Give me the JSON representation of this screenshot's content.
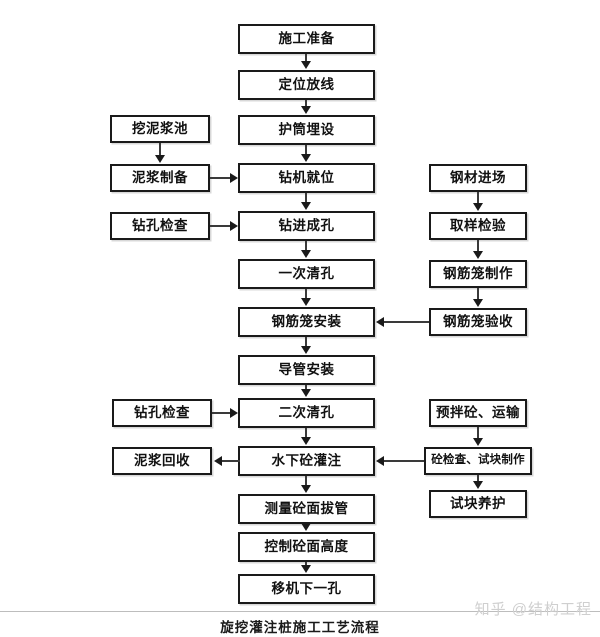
{
  "diagram": {
    "caption": "旋挖灌注桩施工工艺流程",
    "watermark": "知乎 @结构工程",
    "columns": {
      "center": {
        "name": "main-process",
        "nodes": [
          {
            "id": "c1",
            "label": "施工准备"
          },
          {
            "id": "c2",
            "label": "定位放线"
          },
          {
            "id": "c3",
            "label": "护筒埋设"
          },
          {
            "id": "c4",
            "label": "钻机就位"
          },
          {
            "id": "c5",
            "label": "钻进成孔"
          },
          {
            "id": "c6",
            "label": "一次清孔"
          },
          {
            "id": "c7",
            "label": "钢筋笼安装"
          },
          {
            "id": "c8",
            "label": "导管安装"
          },
          {
            "id": "c9",
            "label": "二次清孔"
          },
          {
            "id": "c10",
            "label": "水下砼灌注"
          },
          {
            "id": "c11",
            "label": "测量砼面拔管"
          },
          {
            "id": "c12",
            "label": "控制砼面高度"
          },
          {
            "id": "c13",
            "label": "移机下一孔"
          }
        ]
      },
      "left": {
        "name": "slurry-branch",
        "nodes": [
          {
            "id": "l1",
            "label": "挖泥浆池"
          },
          {
            "id": "l2",
            "label": "泥浆制备"
          },
          {
            "id": "l3",
            "label": "钻孔检查"
          },
          {
            "id": "l4",
            "label": "钻孔检查"
          },
          {
            "id": "l5",
            "label": "泥浆回收"
          }
        ]
      },
      "right": {
        "name": "rebar-and-concrete-branch",
        "nodes": [
          {
            "id": "r1",
            "label": "钢材进场"
          },
          {
            "id": "r2",
            "label": "取样检验"
          },
          {
            "id": "r3",
            "label": "钢筋笼制作"
          },
          {
            "id": "r4",
            "label": "钢筋笼验收"
          },
          {
            "id": "r5",
            "label": "预拌砼、运输"
          },
          {
            "id": "r6",
            "label": "砼检查、试块制作"
          },
          {
            "id": "r7",
            "label": "试块养护"
          }
        ]
      }
    },
    "colors": {
      "box_border": "#1a1a1a",
      "connector": "#3a3a3a",
      "background": "#ffffff",
      "caption_rule": "#bdbdbd",
      "watermark": "#cfcfcf"
    }
  }
}
